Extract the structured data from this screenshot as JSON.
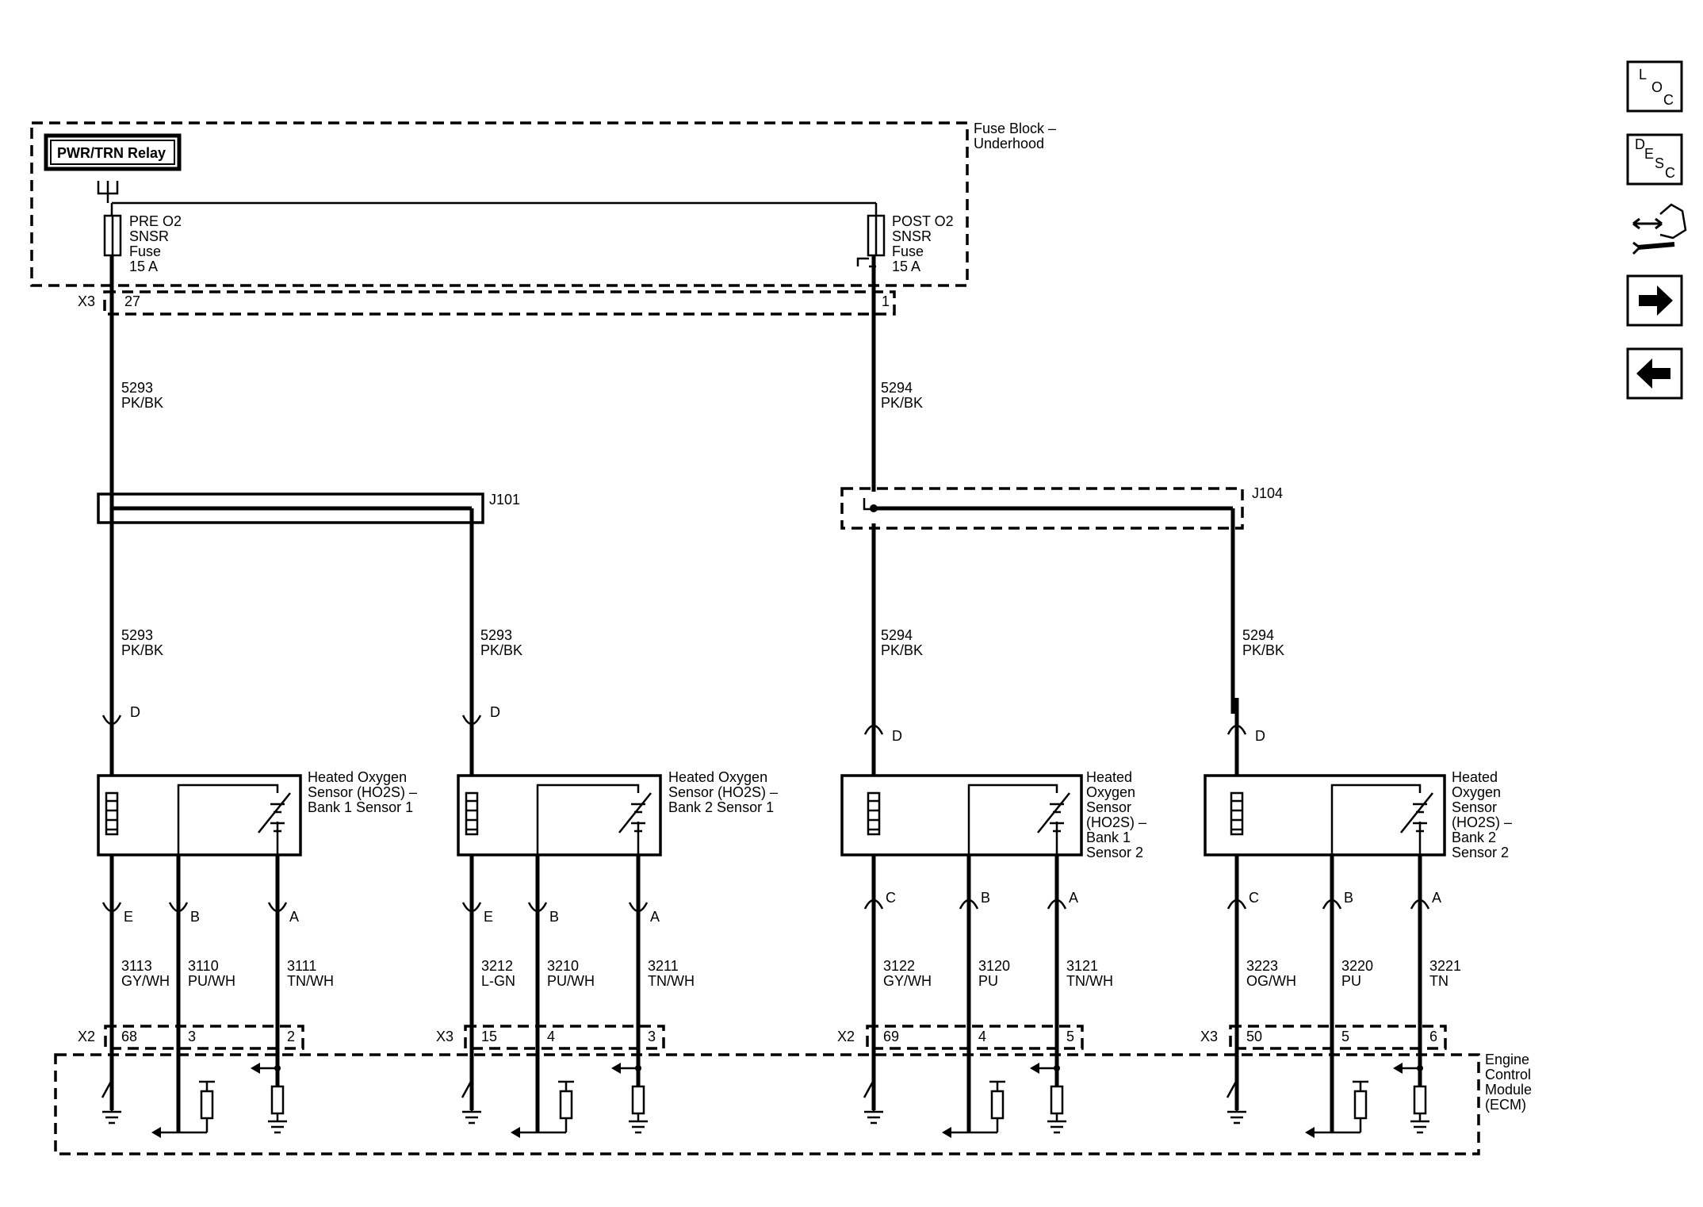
{
  "relay": {
    "label": "PWR/TRN Relay"
  },
  "fuse_block": {
    "label_line1": "Fuse Block –",
    "label_line2": "Underhood"
  },
  "fuses": [
    {
      "lines": [
        "PRE O2",
        "SNSR",
        "Fuse",
        "15 A"
      ]
    },
    {
      "lines": [
        "POST O2",
        "SNSR",
        "Fuse",
        "15 A"
      ]
    }
  ],
  "fuse_block_connector": {
    "name": "X3",
    "pin_left": "27",
    "pin_right": "1"
  },
  "upper_wires": [
    {
      "circuit": "5293",
      "color": "PK/BK"
    },
    {
      "circuit": "5294",
      "color": "PK/BK"
    }
  ],
  "splices": [
    {
      "label": "J101"
    },
    {
      "label": "J104"
    }
  ],
  "sensors": [
    {
      "name_lines": [
        "Heated Oxygen",
        "Sensor (HO2S)  –",
        "Bank 1 Sensor 1"
      ],
      "feed": {
        "circuit": "5293",
        "color": "PK/BK",
        "pin": "D"
      },
      "pins": [
        {
          "pin": "E",
          "circuit": "3113",
          "color": "GY/WH"
        },
        {
          "pin": "B",
          "circuit": "3110",
          "color": "PU/WH"
        },
        {
          "pin": "A",
          "circuit": "3111",
          "color": "TN/WH"
        }
      ],
      "ecm_connector": "X2",
      "ecm_pins": [
        "68",
        "3",
        "2"
      ]
    },
    {
      "name_lines": [
        "Heated Oxygen",
        "Sensor (HO2S)  –",
        "Bank 2 Sensor 1"
      ],
      "feed": {
        "circuit": "5293",
        "color": "PK/BK",
        "pin": "D"
      },
      "pins": [
        {
          "pin": "E",
          "circuit": "3212",
          "color": "L-GN"
        },
        {
          "pin": "B",
          "circuit": "3210",
          "color": "PU/WH"
        },
        {
          "pin": "A",
          "circuit": "3211",
          "color": "TN/WH"
        }
      ],
      "ecm_connector": "X3",
      "ecm_pins": [
        "15",
        "4",
        "3"
      ]
    },
    {
      "name_lines": [
        "Heated",
        "Oxygen",
        "Sensor",
        "(HO2S)  –",
        "Bank 1",
        "Sensor 2"
      ],
      "feed": {
        "circuit": "5294",
        "color": "PK/BK",
        "pin": "D"
      },
      "pins": [
        {
          "pin": "C",
          "circuit": "3122",
          "color": "GY/WH"
        },
        {
          "pin": "B",
          "circuit": "3120",
          "color": "PU"
        },
        {
          "pin": "A",
          "circuit": "3121",
          "color": "TN/WH"
        }
      ],
      "ecm_connector": "X2",
      "ecm_pins": [
        "69",
        "4",
        "5"
      ]
    },
    {
      "name_lines": [
        "Heated",
        "Oxygen",
        "Sensor",
        "(HO2S)  –",
        "Bank 2",
        "Sensor 2"
      ],
      "feed": {
        "circuit": "5294",
        "color": "PK/BK",
        "pin": "D"
      },
      "pins": [
        {
          "pin": "C",
          "circuit": "3223",
          "color": "OG/WH"
        },
        {
          "pin": "B",
          "circuit": "3220",
          "color": "PU"
        },
        {
          "pin": "A",
          "circuit": "3221",
          "color": "TN"
        }
      ],
      "ecm_connector": "X3",
      "ecm_pins": [
        "50",
        "5",
        "6"
      ]
    }
  ],
  "ecm": {
    "lines": [
      "Engine",
      "Control",
      "Module",
      "(ECM)"
    ]
  },
  "nav": {
    "loc": [
      "L",
      "O",
      "C"
    ],
    "desc": [
      "D",
      "E",
      "S",
      "C"
    ],
    "buttons": [
      "connector-end-view-icon",
      "next-arrow-icon",
      "back-arrow-icon"
    ]
  }
}
